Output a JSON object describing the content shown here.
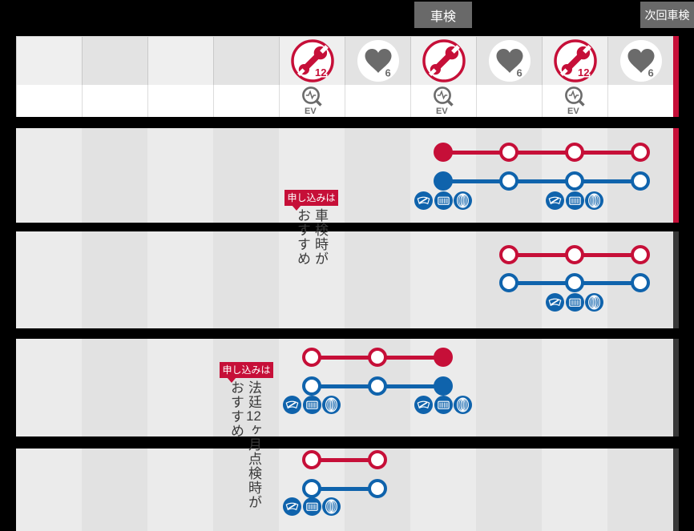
{
  "top_labels": {
    "current": "車検",
    "next": "次回車検"
  },
  "header": {
    "ev_label": "EV",
    "cells": [
      {
        "type": "none",
        "label": ""
      },
      {
        "type": "none",
        "label": ""
      },
      {
        "type": "none",
        "label": ""
      },
      {
        "type": "none",
        "label": ""
      },
      {
        "type": "wrench",
        "label": "12"
      },
      {
        "type": "heart",
        "label": "6"
      },
      {
        "type": "wrench",
        "label": ""
      },
      {
        "type": "heart",
        "label": "6"
      },
      {
        "type": "wrench",
        "label": "12"
      },
      {
        "type": "heart",
        "label": "6"
      }
    ],
    "ev_cells": [
      false,
      false,
      false,
      false,
      true,
      false,
      true,
      false,
      true,
      false
    ]
  },
  "timeline_rows": [
    {
      "red": {
        "cols": [
          7,
          8,
          9,
          10
        ],
        "filled": [
          7
        ]
      },
      "blue": {
        "cols": [
          7,
          8,
          9,
          10
        ],
        "filled": [
          7
        ]
      },
      "icon_cols": [
        7,
        9
      ],
      "right_bar": "red"
    },
    {
      "red": {
        "cols": [
          8,
          9,
          10
        ],
        "filled": []
      },
      "blue": {
        "cols": [
          8,
          9,
          10
        ],
        "filled": []
      },
      "icon_cols": [
        9
      ],
      "right_bar": "dark"
    },
    {
      "red": {
        "cols": [
          5,
          6,
          7
        ],
        "filled": [
          7
        ]
      },
      "blue": {
        "cols": [
          5,
          6,
          7
        ],
        "filled": [
          7
        ]
      },
      "icon_cols": [
        5,
        7
      ],
      "right_bar": "dark"
    },
    {
      "red": {
        "cols": [
          5,
          6
        ],
        "filled": []
      },
      "blue": {
        "cols": [
          5,
          6
        ],
        "filled": []
      },
      "icon_cols": [
        5
      ],
      "right_bar": "dark"
    }
  ],
  "service_icons": [
    "wiper",
    "cabin-filter",
    "tire"
  ],
  "annotations": [
    {
      "badge": "申し込みは",
      "vertical_lines": [
        [
          {
            "t": "車検時が"
          }
        ],
        [
          {
            "t": "おすすめ"
          }
        ]
      ]
    },
    {
      "badge": "申し込みは",
      "vertical_lines": [
        [
          {
            "t": "法廷"
          },
          {
            "tcy": "12"
          },
          {
            "t": "ヶ月点検時が"
          }
        ],
        [
          {
            "t": "おすすめ"
          }
        ]
      ]
    }
  ],
  "colors": {
    "red": "#c60f38",
    "blue": "#0f63ac",
    "icon_gray": "#6b6b6b",
    "label_bg": "#696969",
    "dark_bar": "#383838"
  }
}
